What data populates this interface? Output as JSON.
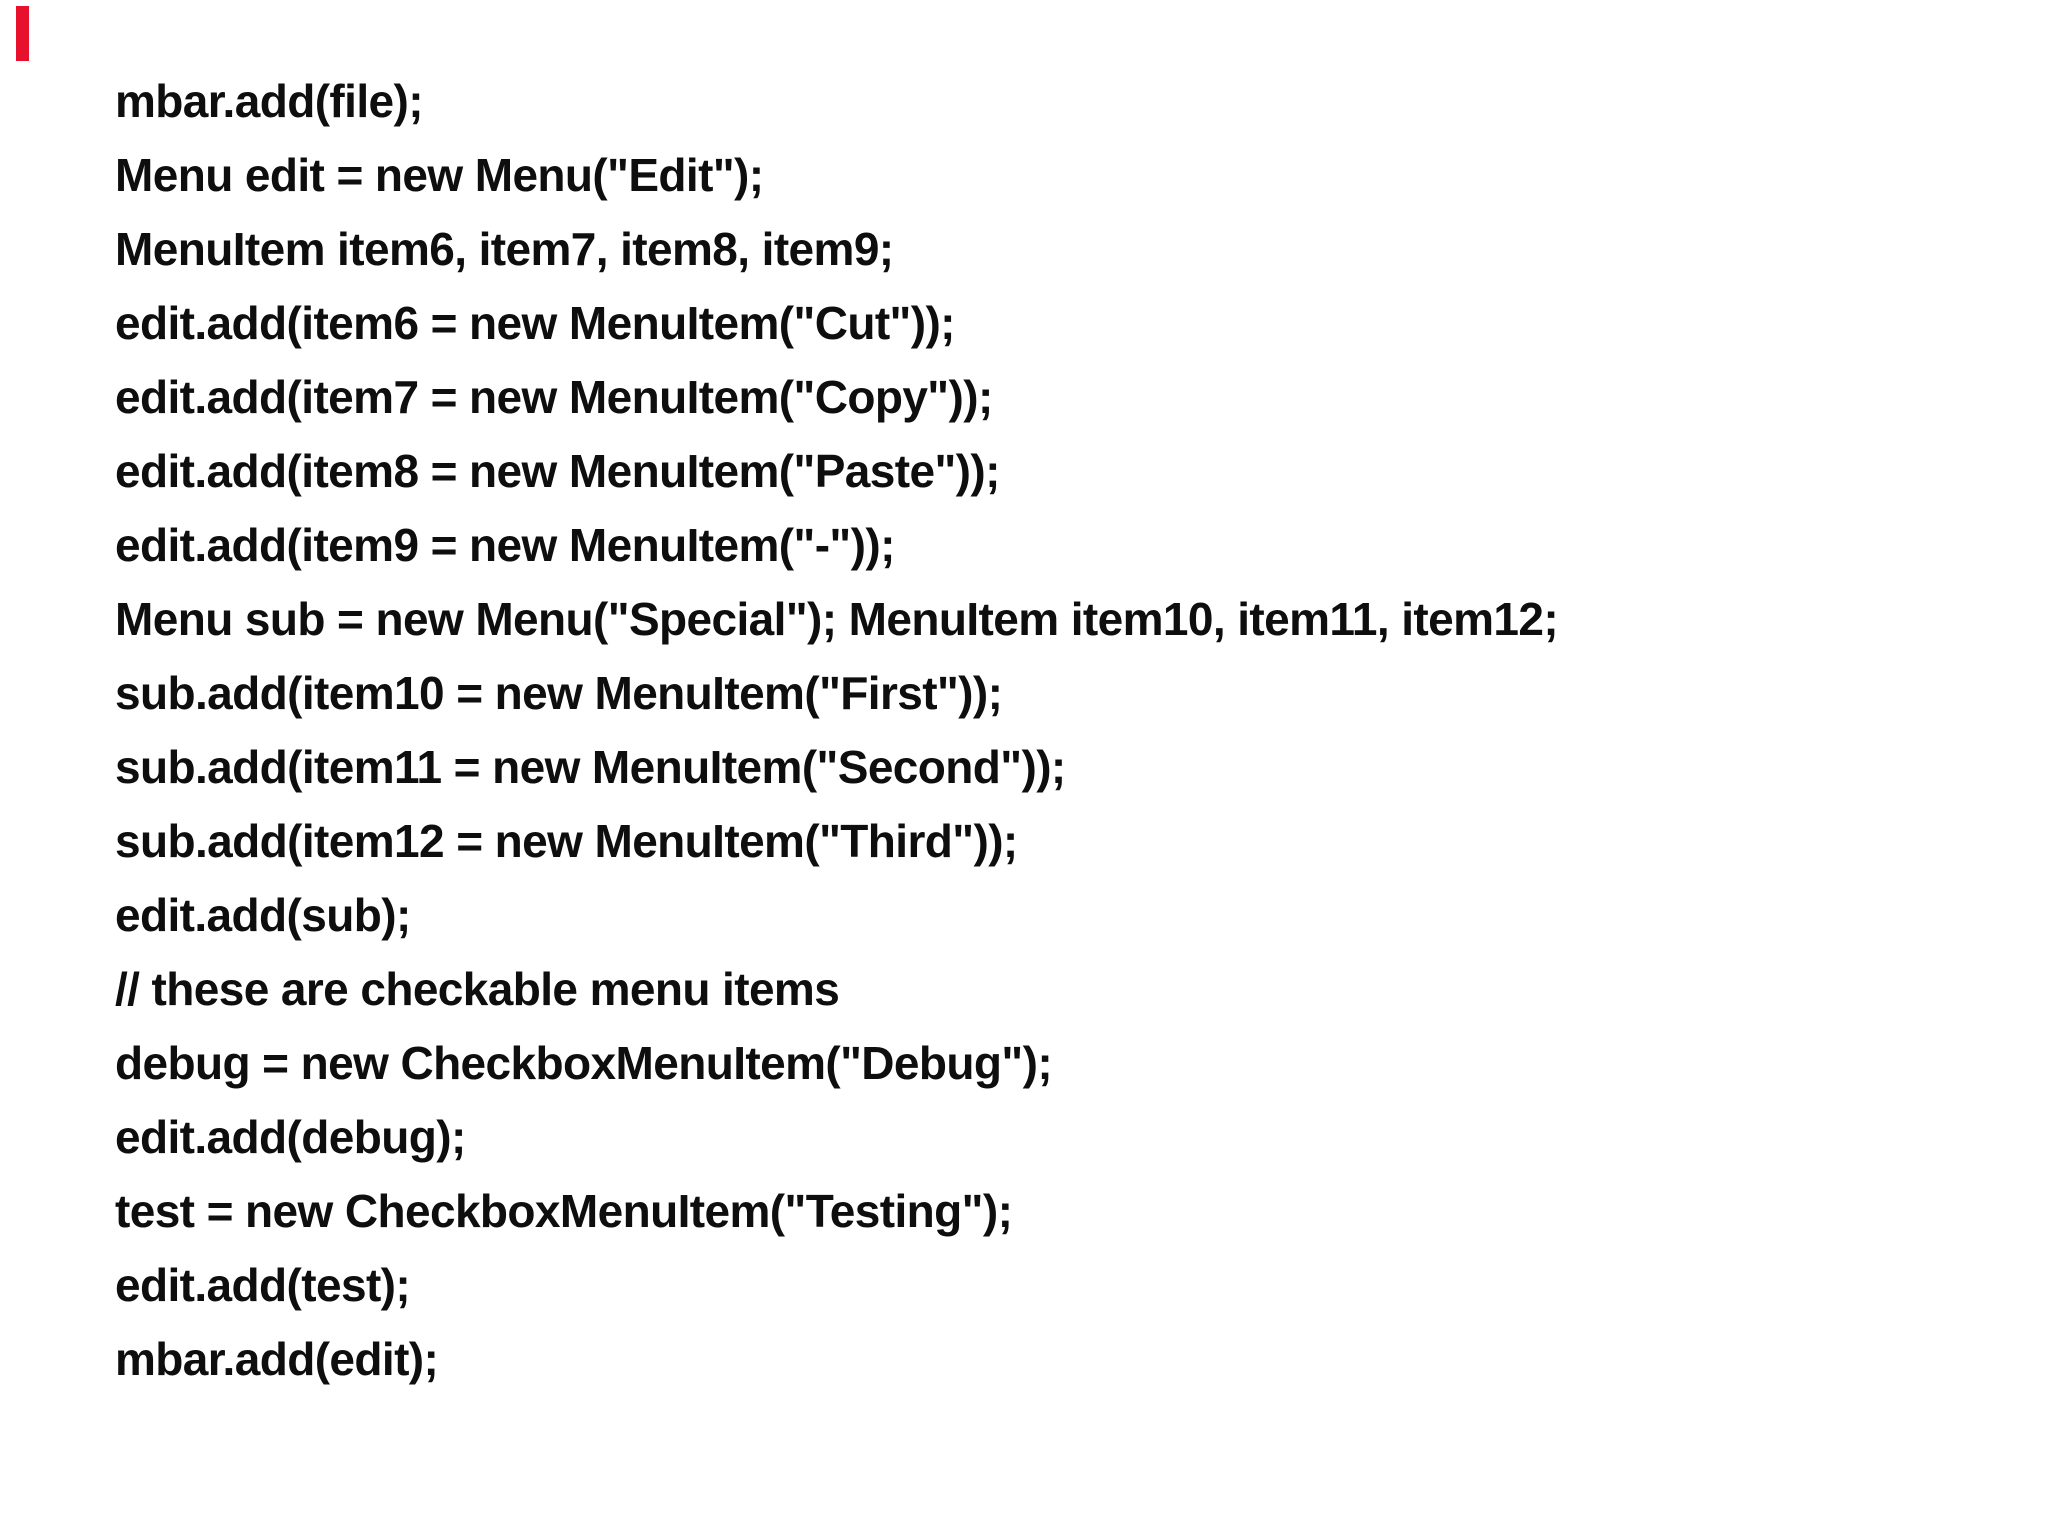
{
  "slide": {
    "background_color": "#ffffff",
    "text_color": "#0e0e0e",
    "accent_red": "#e8112d",
    "description": "code-listing-slide"
  },
  "code_lines": [
    "mbar.add(file);",
    "Menu edit = new Menu(\"Edit\");",
    "MenuItem item6, item7, item8, item9;",
    "edit.add(item6 = new MenuItem(\"Cut\"));",
    "edit.add(item7 = new MenuItem(\"Copy\"));",
    "edit.add(item8 = new MenuItem(\"Paste\"));",
    "edit.add(item9 = new MenuItem(\"-\"));",
    "Menu sub = new Menu(\"Special\"); MenuItem item10, item11, item12;",
    "sub.add(item10 = new MenuItem(\"First\"));",
    "sub.add(item11 = new MenuItem(\"Second\"));",
    "sub.add(item12 = new MenuItem(\"Third\"));",
    "edit.add(sub);",
    "// these are checkable menu items",
    "debug = new CheckboxMenuItem(\"Debug\");",
    "edit.add(debug);",
    "test = new CheckboxMenuItem(\"Testing\");",
    "edit.add(test);",
    "mbar.add(edit);"
  ]
}
